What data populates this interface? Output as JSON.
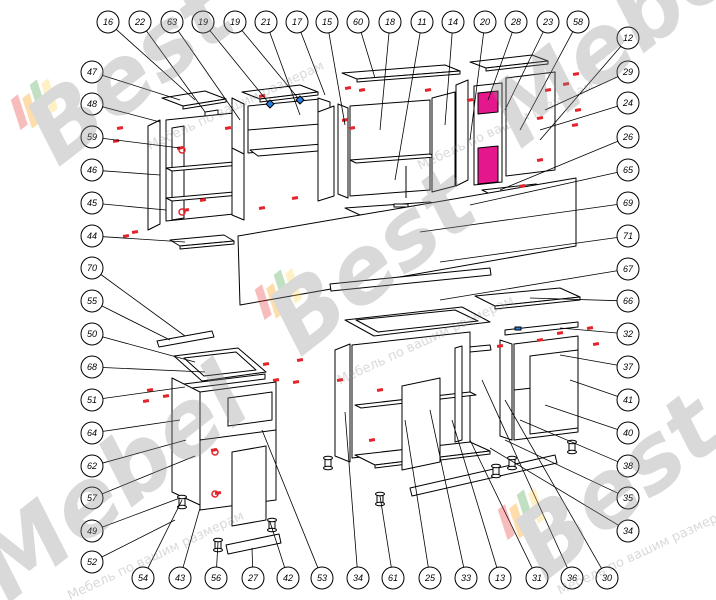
{
  "callouts": {
    "top": [
      "16",
      "22",
      "63",
      "19",
      "19",
      "21",
      "17",
      "15",
      "60",
      "18",
      "11",
      "14",
      "20",
      "28",
      "23",
      "58"
    ],
    "right": [
      "12",
      "29",
      "24",
      "26",
      "65",
      "69",
      "71",
      "67",
      "66",
      "32",
      "37",
      "41",
      "40",
      "38",
      "35",
      "34"
    ],
    "left": [
      "47",
      "48",
      "59",
      "46",
      "45",
      "44",
      "70",
      "55",
      "50",
      "68",
      "51",
      "64",
      "62",
      "57",
      "49",
      "52"
    ],
    "bottom": [
      "54",
      "43",
      "56",
      "27",
      "42",
      "53",
      "34",
      "61",
      "25",
      "33",
      "13",
      "31",
      "36",
      "30"
    ]
  },
  "watermark": {
    "brand_part1": "Best",
    "brand_part2": "Mebel",
    "slogan": "Мебель по вашим размерам"
  },
  "colors": {
    "line": "#000000",
    "hardware": "#e3242b",
    "accent_panel": "#e4188c",
    "fitting": "#2a7de1",
    "watermark": "#8c8c8c",
    "logo_stripes": [
      "#e53935",
      "#ff9800",
      "#43a047",
      "#ffd54f"
    ]
  }
}
